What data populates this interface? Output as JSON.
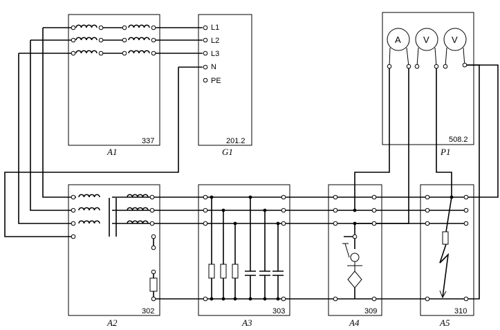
{
  "blocks": {
    "a1": {
      "label": "A1",
      "number": "337"
    },
    "g1": {
      "label": "G1",
      "number": "201.2",
      "terminals": [
        "L1",
        "L2",
        "L3",
        "N",
        "PE"
      ]
    },
    "p1": {
      "label": "P1",
      "number": "508.2",
      "meters": [
        "A",
        "V",
        "V"
      ]
    },
    "a2": {
      "label": "A2",
      "number": "302"
    },
    "a3": {
      "label": "A3",
      "number": "303"
    },
    "a4": {
      "label": "A4",
      "number": "309"
    },
    "a5": {
      "label": "A5",
      "number": "310"
    }
  }
}
